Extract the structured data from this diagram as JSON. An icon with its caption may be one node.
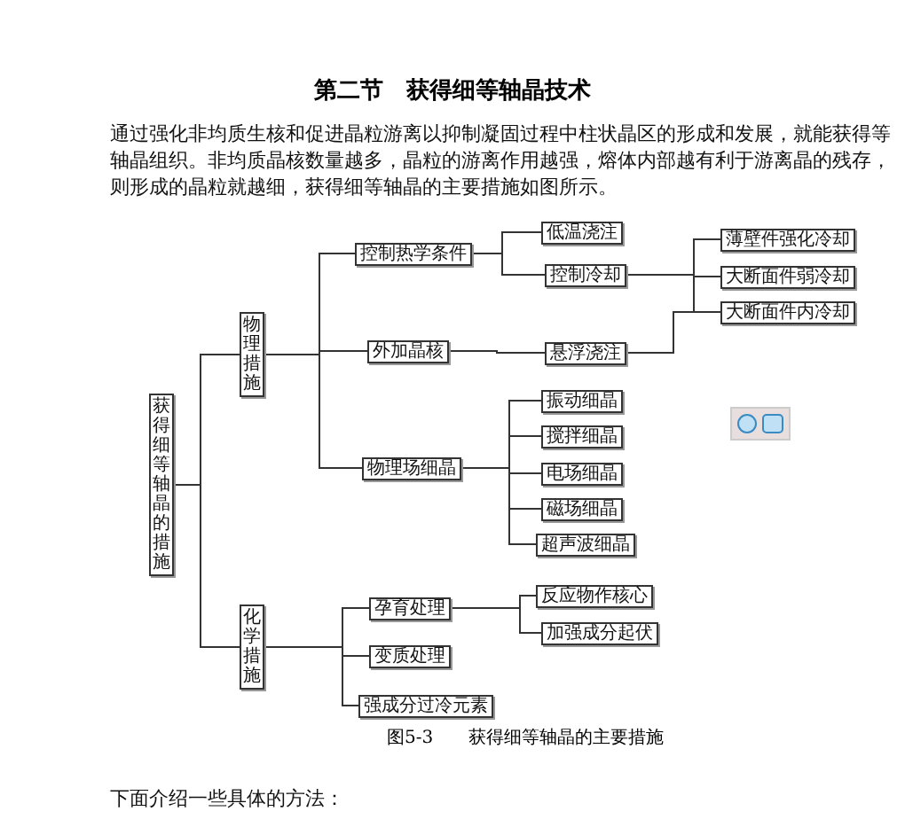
{
  "diagram": {
    "title": "第二节　获得细等轴晶技术",
    "caption": "图5-3　　获得细等轴晶的主要措施",
    "nodes": [
      {
        "text": [
          "获得细等轴晶的措施"
        ]
      },
      {
        "text": [
          "物理措施"
        ]
      },
      {
        "text": [
          "化学措施"
        ]
      },
      {
        "text": [
          "控制热学条件"
        ]
      },
      {
        "text": [
          "外加晶核"
        ]
      },
      {
        "text": [
          "物理场细晶"
        ]
      },
      {
        "text": [
          "低温浇注"
        ]
      },
      {
        "text": [
          "控制冷却"
        ]
      },
      {
        "text": [
          "薄壁件强化冷却"
        ]
      },
      {
        "text": [
          "大断面件弱冷却"
        ]
      },
      {
        "text": [
          "大断面件内冷却"
        ]
      },
      {
        "text": [
          "悬浮浇注"
        ]
      },
      {
        "text": [
          "振动细晶"
        ]
      },
      {
        "text": [
          "搅拌细晶"
        ]
      },
      {
        "text": [
          "电场细晶"
        ]
      },
      {
        "text": [
          "磁场细晶"
        ]
      },
      {
        "text": [
          "超声波细晶"
        ]
      },
      {
        "text": [
          "孕育处理"
        ]
      },
      {
        "text": [
          "变质处理"
        ]
      },
      {
        "text": [
          "强成分过冷元素"
        ]
      },
      {
        "text": [
          "反应物作核心"
        ]
      },
      {
        "text": [
          "加强成分起伏"
        ]
      }
    ],
    "edges": [
      {
        "from": 0,
        "to": 1,
        "arrow": "none"
      },
      {
        "from": 0,
        "to": 2,
        "arrow": "none"
      },
      {
        "from": 1,
        "to": 3,
        "arrow": "none"
      },
      {
        "from": 1,
        "to": 4,
        "arrow": "none"
      },
      {
        "from": 1,
        "to": 5,
        "arrow": "none"
      },
      {
        "from": 3,
        "to": 6,
        "arrow": "none"
      },
      {
        "from": 3,
        "to": 7,
        "arrow": "none"
      },
      {
        "from": 7,
        "to": 8,
        "arrow": "none"
      },
      {
        "from": 7,
        "to": 9,
        "arrow": "none"
      },
      {
        "from": 7,
        "to": 10,
        "arrow": "none"
      },
      {
        "from": 4,
        "to": 11,
        "arrow": "none"
      },
      {
        "from": 11,
        "to": 10,
        "arrow": "none"
      },
      {
        "from": 5,
        "to": 12,
        "arrow": "none"
      },
      {
        "from": 5,
        "to": 13,
        "arrow": "none"
      },
      {
        "from": 5,
        "to": 14,
        "arrow": "none"
      },
      {
        "from": 5,
        "to": 15,
        "arrow": "none"
      },
      {
        "from": 5,
        "to": 16,
        "arrow": "none"
      },
      {
        "from": 2,
        "to": 17,
        "arrow": "none"
      },
      {
        "from": 2,
        "to": 18,
        "arrow": "none"
      },
      {
        "from": 2,
        "to": 19,
        "arrow": "none"
      },
      {
        "from": 17,
        "to": 20,
        "arrow": "none"
      },
      {
        "from": 17,
        "to": 21,
        "arrow": "none"
      }
    ],
    "labels": [
      "通过强化非均质生核和促进晶粒游离以抑制凝固过程中柱状晶区的形成和发展，就能获得等轴晶组织。非均质晶核数量越多，晶粒的游离作用越强，熔体内部越有利于游离晶的残存，则形成的晶粒就越细，获得细等轴晶的主要措施如图所示。",
      "下面介绍一些具体的方法："
    ]
  }
}
